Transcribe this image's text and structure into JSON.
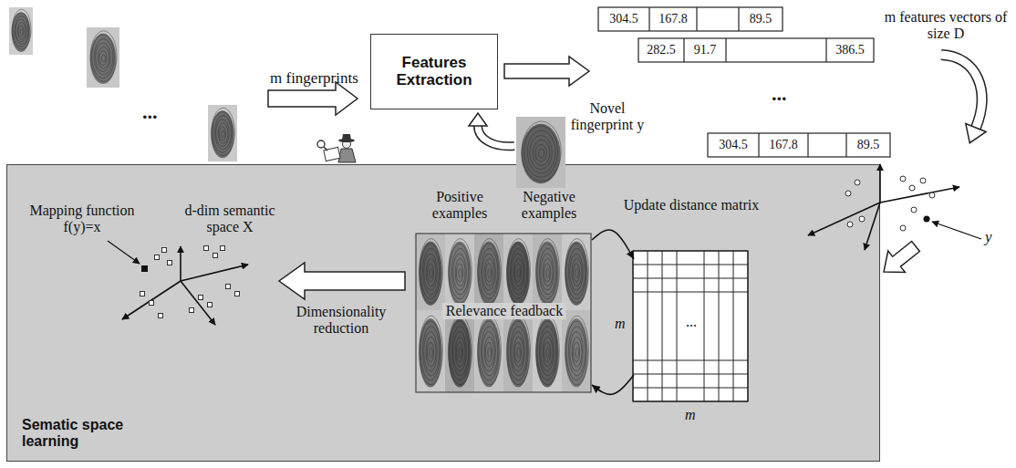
{
  "diagram": {
    "nodes": [
      {
        "text": [
          "Features Extraction"
        ]
      },
      {
        "text": [
          "Sematic space learning"
        ]
      },
      {
        "text": [
          "Positive examples",
          "Negative examples",
          "Relevance feadback"
        ],
        "in": 1
      },
      {
        "text": [
          "Update distance matrix",
          "..."
        ],
        "in": 1
      }
    ],
    "edges": [
      {
        "from": 2,
        "to": 3,
        "arrow": "to"
      },
      {
        "from": 3,
        "to": 2,
        "arrow": "to"
      }
    ],
    "labels": [
      "m fingerprints",
      "...",
      "304.5",
      "167.8",
      "89.5",
      "282.5",
      "91.7",
      "386.5",
      "...",
      "304.5",
      "167.8",
      "89.5",
      "m features vectors of size D",
      "Novel fingerprint y",
      "y",
      "Mapping function f(y)=x",
      "d-dim semantic space X",
      "Dimensionality reduction",
      "m",
      "m"
    ]
  }
}
